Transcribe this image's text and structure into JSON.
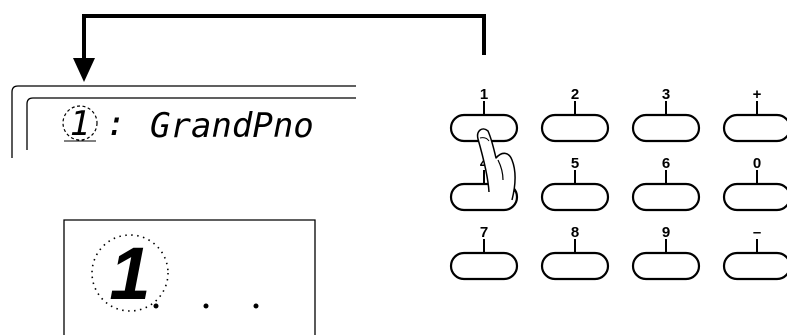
{
  "display": {
    "digit": "1",
    "separator": ":",
    "voice_name": "GrandPno"
  },
  "led": {
    "digit": "1"
  },
  "keypad": {
    "keys": [
      {
        "label": "1"
      },
      {
        "label": "2"
      },
      {
        "label": "3"
      },
      {
        "label": "+"
      },
      {
        "label": "4"
      },
      {
        "label": "5"
      },
      {
        "label": "6"
      },
      {
        "label": "0"
      },
      {
        "label": "7"
      },
      {
        "label": "8"
      },
      {
        "label": "9"
      },
      {
        "label": "–"
      }
    ],
    "pressed_key": "1"
  },
  "colors": {
    "ink": "#000000",
    "background": "#ffffff"
  }
}
